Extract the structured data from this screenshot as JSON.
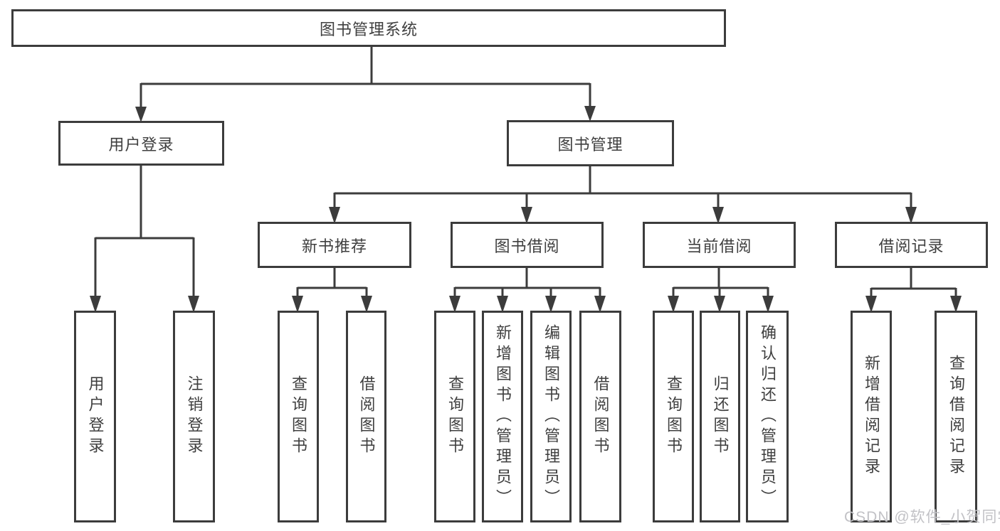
{
  "diagram": {
    "type": "hierarchy",
    "colors": {
      "line": "#3c3c3c",
      "box_border": "#3c3c3c",
      "text": "#3f3f3f",
      "background": "#ffffff",
      "watermark": "#c2c2c6"
    },
    "tree": {
      "label": "图书管理系统",
      "children": [
        {
          "label": "用户登录",
          "children": [
            {
              "label": "用户登录"
            },
            {
              "label": "注销登录"
            }
          ]
        },
        {
          "label": "图书管理",
          "children": [
            {
              "label": "新书推荐",
              "children": [
                {
                  "label": "查询图书"
                },
                {
                  "label": "借阅图书"
                }
              ]
            },
            {
              "label": "图书借阅",
              "children": [
                {
                  "label": "查询图书"
                },
                {
                  "label": "新增图书（管理员）"
                },
                {
                  "label": "编辑图书（管理员）"
                },
                {
                  "label": "借阅图书"
                }
              ]
            },
            {
              "label": "当前借阅",
              "children": [
                {
                  "label": "查询图书"
                },
                {
                  "label": "归还图书"
                },
                {
                  "label": "确认归还（管理员）"
                }
              ]
            },
            {
              "label": "借阅记录",
              "children": [
                {
                  "label": "新增借阅记录"
                },
                {
                  "label": "查询借阅记录"
                }
              ]
            }
          ]
        }
      ]
    },
    "watermark": {
      "text": "CSDN @软件_小贺同学"
    }
  }
}
